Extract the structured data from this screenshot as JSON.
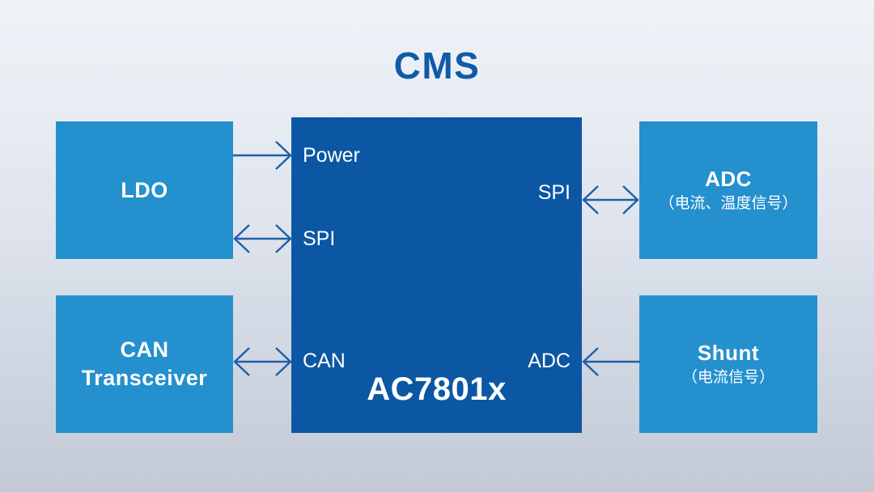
{
  "slide": {
    "title": "CMS",
    "background_top": "#eff2f7",
    "background_bottom": "#c3cad6",
    "accent_dark": "#0b57a4",
    "accent_light": "#2490ce",
    "arrow_color": "#1f5fa8"
  },
  "mcu": {
    "name": "AC7801x",
    "ports": {
      "power": "Power",
      "spi_left": "SPI",
      "can_left": "CAN",
      "spi_right": "SPI",
      "adc_right": "ADC"
    }
  },
  "blocks": {
    "ldo": {
      "title": "LDO",
      "subtitle": ""
    },
    "can_transceiver": {
      "title_line1": "CAN",
      "title_line2": "Transceiver",
      "subtitle": ""
    },
    "adc": {
      "title": "ADC",
      "subtitle": "（电流、温度信号）"
    },
    "shunt": {
      "title": "Shunt",
      "subtitle": "（电流信号）"
    }
  },
  "connections": [
    {
      "id": "ldo-to-power",
      "from": "LDO",
      "to": "Power",
      "style": "single-right"
    },
    {
      "id": "ldo-to-spi",
      "from": "LDO",
      "to": "SPI",
      "style": "double"
    },
    {
      "id": "can-to-can",
      "from": "CAN Transceiver",
      "to": "CAN",
      "style": "double"
    },
    {
      "id": "spi-to-adc",
      "from": "SPI",
      "to": "ADC",
      "style": "double"
    },
    {
      "id": "shunt-to-adc",
      "from": "Shunt",
      "to": "ADC",
      "style": "single-left"
    }
  ]
}
